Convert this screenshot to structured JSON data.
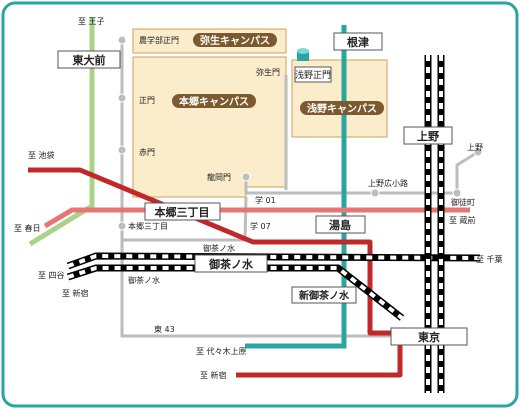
{
  "colors": {
    "frame": "#2aa5a0",
    "campus_fill": "#fbeccb",
    "campus_stroke": "#c9a35a",
    "campus_label_bg": "#7a5a2e",
    "red_line": "#c0282a",
    "pink_line": "#ea7373",
    "green_line": "#a8d389",
    "teal_line": "#2aa5a0",
    "gray_line": "#bdbdbd"
  },
  "campuses": {
    "yayoi": "弥生キャンパス",
    "hongo": "本郷キャンパス",
    "asano": "浅野キャンパス"
  },
  "gates": {
    "nougakubu": "農学部正門",
    "yayoi": "弥生門",
    "asano": "浅野正門",
    "seimon": "正門",
    "akamon": "赤門",
    "tatsuoka": "龍岡門"
  },
  "stations": {
    "todaimae": "東大前",
    "nezu": "根津",
    "ueno": "上野",
    "hongo_sanchome": "本郷三丁目",
    "yushima": "湯島",
    "ochanomizu": "御茶ノ水",
    "shin_ochanomizu": "新御茶ノ水",
    "tokyo": "東京"
  },
  "small_labels": {
    "to_oji": "至 王子",
    "to_ikebukuro": "至 池袋",
    "to_kasugai": "至 春日",
    "to_yotsuya": "至 四谷",
    "to_shinjuku_1": "至 新宿",
    "to_shinjuku_2": "至 新宿",
    "to_yoyogi": "至 代々木上原",
    "to_chiba": "至 千葉",
    "to_kuramae": "至 蔵前",
    "ueno_top": "上野",
    "ueno_hirokoji": "上野広小路",
    "okachimachi": "御徒町",
    "hongo_sanchome_small": "本郷三丁目",
    "ochanomizu_small_1": "御茶ノ水",
    "ochanomizu_small_2": "御茶ノ水",
    "gaku01": "学 01",
    "gaku07": "学 07",
    "higashi43": "東 43"
  }
}
